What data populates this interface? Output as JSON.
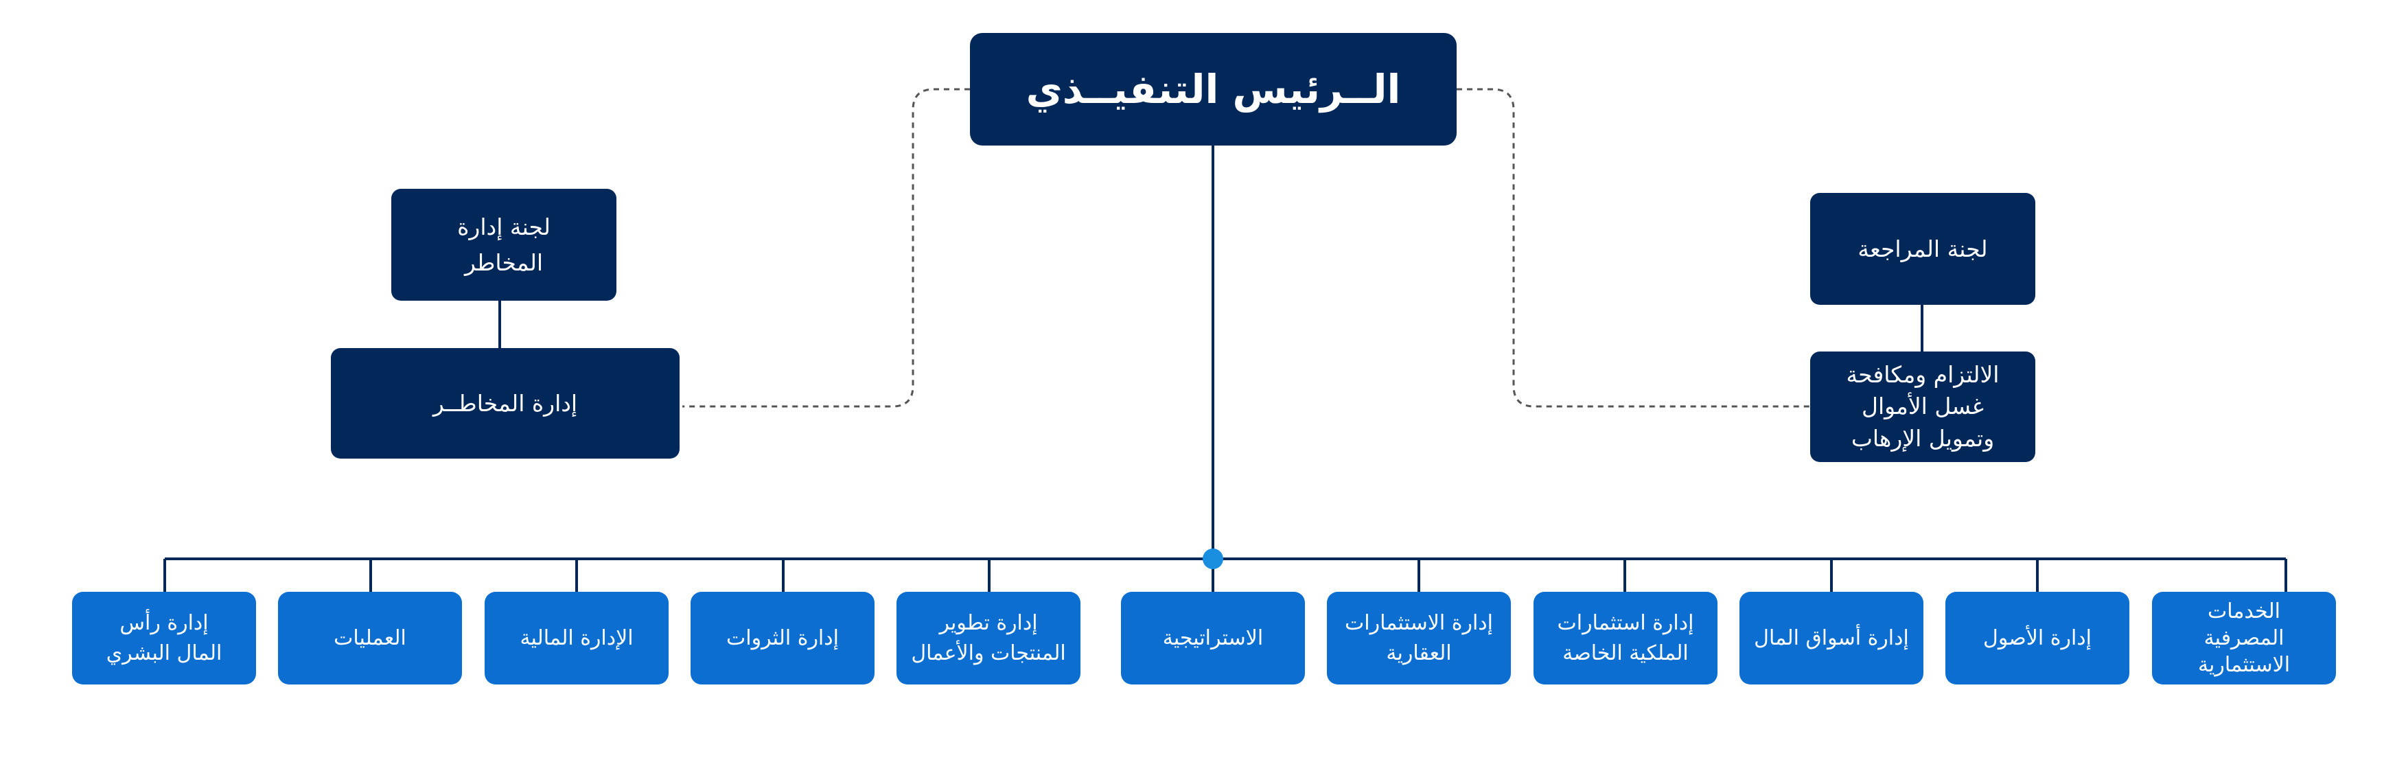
{
  "colors": {
    "dark_box": "#022859",
    "blue_box": "#0c6ed0",
    "line": "#022859",
    "dashed_line": "#555555",
    "junction_dot": "#1a8fe0",
    "text": "#ffffff"
  },
  "ceo": {
    "label": "الــرئيس التنفيــذي"
  },
  "committees": {
    "risk_committee": "لجنة إدارة\nالمخاطر",
    "risk_management": "إدارة المخاطــر",
    "audit_committee": "لجنة المراجعة",
    "compliance": "الالتزام ومكافحة\nغسل الأموال\nوتمويل الإرهاب"
  },
  "departments": [
    "إدارة رأس\nالمال البشري",
    "العمليات",
    "الإدارة المالية",
    "إدارة الثروات",
    "إدارة تطوير\nالمنتجات والأعمال",
    "الاستراتيجية",
    "إدارة الاستثمارات\nالعقارية",
    "إدارة استثمارات\nالملكية الخاصة",
    "إدارة أسواق المال",
    "إدارة الأصول",
    "الخدمات\nالمصرفية\nالاستثمارية"
  ]
}
